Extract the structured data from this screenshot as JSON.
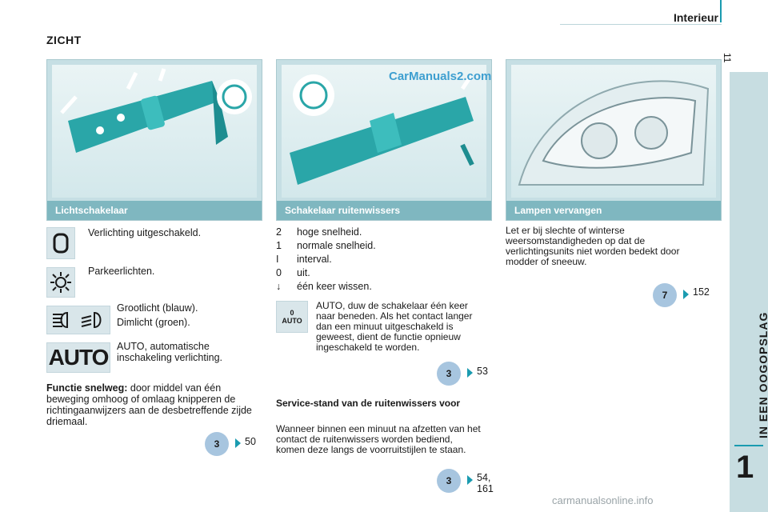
{
  "header": {
    "title": "Interieur",
    "page_number": "11"
  },
  "section_title": "ZICHT",
  "sidebar": {
    "chapter_label": "IN EEN OOGOPSLAG",
    "chapter_number": "1"
  },
  "panels": {
    "light": {
      "label": "Lichtschakelaar"
    },
    "wiper": {
      "label": "Schakelaar ruitenwissers",
      "watermark": "CarManuals2.com"
    },
    "lamps": {
      "label": "Lampen vervangen"
    }
  },
  "lights": {
    "off": "Verlichting uitgeschakeld.",
    "parking": "Parkeerlichten.",
    "high": "Grootlicht (blauw).",
    "dipped": "Dimlicht (groen).",
    "auto_icon": "AUTO",
    "auto_text": "AUTO, automatische inschakeling verlichting.",
    "functie_bold": "Functie snelweg:",
    "functie_text": " door middel van één beweging omhoog of omlaag knipperen de richtingaanwijzers aan de desbetreffende zijde driemaal.",
    "ref_circle": "3",
    "ref_page": "50"
  },
  "wipers": {
    "list": [
      {
        "key": "2",
        "text": "hoge snelheid."
      },
      {
        "key": "1",
        "text": "normale snelheid."
      },
      {
        "key": "I",
        "text": "interval."
      },
      {
        "key": "0",
        "text": "uit."
      },
      {
        "key": "↓",
        "text": "één keer wissen."
      }
    ],
    "auto_icon_0": "0",
    "auto_icon_label": "AUTO",
    "auto_text": "AUTO, duw de schakelaar één keer naar beneden. Als het contact langer dan een minuut uitgeschakeld is geweest, dient de functie opnieuw ingeschakeld te worden.",
    "ref1_circle": "3",
    "ref1_page": "53",
    "service_title": "Service-stand van de ruitenwissers voor",
    "service_text": "Wanneer binnen een minuut na afzetten van het contact de ruitenwissers worden bediend, komen deze langs de voorruitstijlen te staan.",
    "ref2_circle": "3",
    "ref2_page": "54, 161"
  },
  "lamps": {
    "text": "Let er bij slechte of winterse weersomstandigheden op dat de verlichtingsunits niet worden bedekt door modder of sneeuw.",
    "ref_circle": "7",
    "ref_page": "152"
  },
  "footer": "carmanualsonline.info",
  "colors": {
    "accent": "#1a9bb0",
    "panel": "#c6dfe4",
    "label_bar": "#7fb7c0",
    "ref_circle": "#a7c5df"
  }
}
